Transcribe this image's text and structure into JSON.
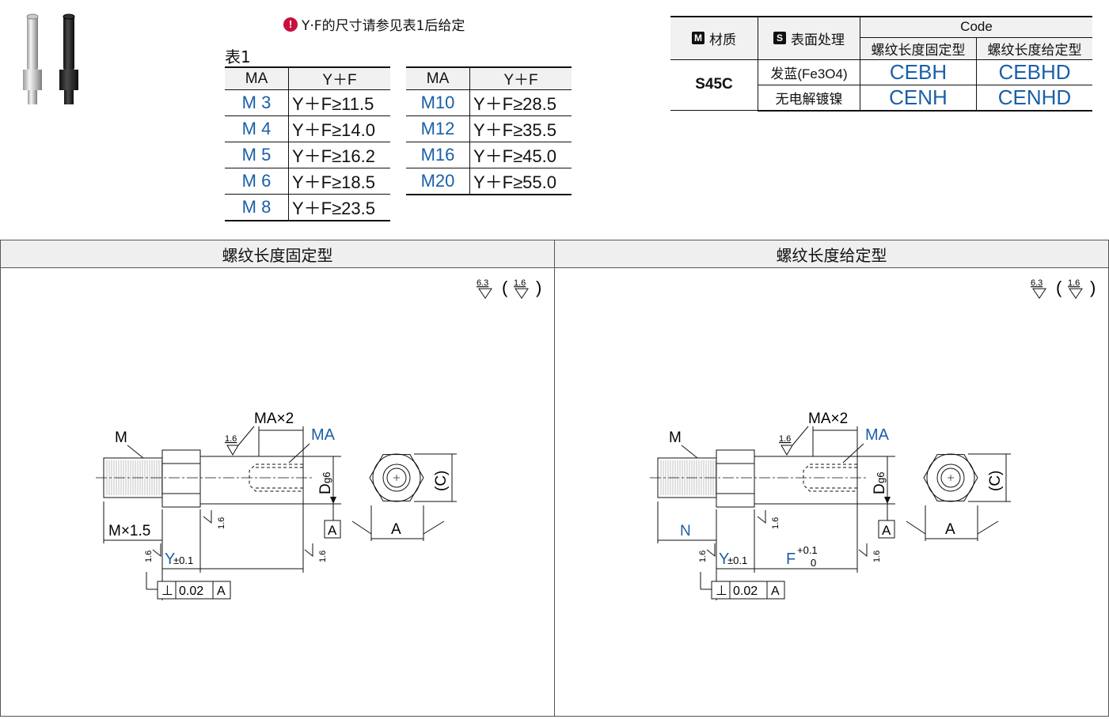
{
  "note": {
    "icon": "warning-icon",
    "text": "Y·F的尺寸请参见表1后给定"
  },
  "table1": {
    "title": "表1",
    "headers": [
      "MA",
      "Y＋F"
    ],
    "left": [
      [
        "M 3",
        "Y＋F≥11.5"
      ],
      [
        "M 4",
        "Y＋F≥14.0"
      ],
      [
        "M 5",
        "Y＋F≥16.2"
      ],
      [
        "M 6",
        "Y＋F≥18.5"
      ],
      [
        "M 8",
        "Y＋F≥23.5"
      ]
    ],
    "right": [
      [
        "M10",
        "Y＋F≥28.5"
      ],
      [
        "M12",
        "Y＋F≥35.5"
      ],
      [
        "M16",
        "Y＋F≥45.0"
      ],
      [
        "M20",
        "Y＋F≥55.0"
      ]
    ]
  },
  "code_table": {
    "material_icon": "M",
    "material_header": "材质",
    "surface_icon": "S",
    "surface_header": "表面处理",
    "code_header": "Code",
    "col_fixed": "螺纹长度固定型",
    "col_given": "螺纹长度给定型",
    "material": "S45C",
    "rows": [
      {
        "surface": "发蓝(Fe3O4)",
        "fixed": "CEBH",
        "given": "CEBHD"
      },
      {
        "surface": "无电解镀镍",
        "fixed": "CENH",
        "given": "CENHD"
      }
    ]
  },
  "panels": [
    {
      "title": "螺纹长度固定型",
      "roughness": [
        "6.3",
        "1.6"
      ],
      "labels": {
        "m": "M",
        "ma_x2": "MA×2",
        "ma": "MA",
        "d": "D",
        "d_sub": "g6",
        "c": "(C)",
        "a_datum": "A",
        "a_width": "A",
        "thread_len": "M×1.5",
        "y": "Y",
        "y_tol": "±0.1",
        "f": "",
        "f_tol_upper": "",
        "f_tol_lower": "",
        "rough_local": "1.6",
        "gdt_symbol": "⊥",
        "gdt_value": "0.02",
        "gdt_datum": "A"
      }
    },
    {
      "title": "螺纹长度给定型",
      "roughness": [
        "6.3",
        "1.6"
      ],
      "labels": {
        "m": "M",
        "ma_x2": "MA×2",
        "ma": "MA",
        "d": "D",
        "d_sub": "g6",
        "c": "(C)",
        "a_datum": "A",
        "a_width": "A",
        "thread_len": "N",
        "y": "Y",
        "y_tol": "±0.1",
        "f": "F",
        "f_tol_upper": "+0.1",
        "f_tol_lower": "0",
        "rough_local": "1.6",
        "gdt_symbol": "⊥",
        "gdt_value": "0.02",
        "gdt_datum": "A"
      }
    }
  ],
  "colors": {
    "accent_blue": "#1a5fa8",
    "warning_red": "#c8103e",
    "header_gray": "#efefef"
  }
}
